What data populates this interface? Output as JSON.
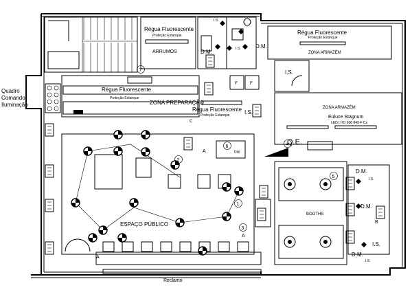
{
  "rooms": {
    "arrumos": "ARRUMOS",
    "zona_armazem_top": "ZONA ARMAZÉM",
    "zona_armazem": "ZONA ARMAZÉM",
    "zona_preparacao": "ZONA PREPARAÇÃO",
    "espaco_publico": "ESPAÇO PÚBLICO",
    "booths": "BOOTHS",
    "reclamo": "Reclamo"
  },
  "fixtures": {
    "regua_fluorescente": "Régua Fluorescente",
    "protecao_estanque": "Proteção Estanque",
    "euluce_title": "Euluce Stagnum",
    "euluce_spec": "LED I HO 600 840-F Cz"
  },
  "panel": {
    "line1": "Quadro",
    "line2": "Comando",
    "line3": "Iluminação"
  },
  "labels": {
    "is": "I.S.",
    "dm": "D.M.",
    "qe": "Q.E.",
    "f": "F",
    "dw": "DW",
    "a": "A",
    "b": "B",
    "c": "C"
  },
  "circuits": [
    "1",
    "2",
    "3",
    "4",
    "5",
    "6",
    "7"
  ]
}
